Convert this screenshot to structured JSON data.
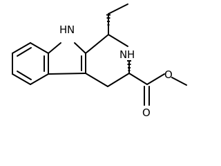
{
  "molecule": {
    "atom_labels": {
      "indole_nh": "H",
      "indole_n": "N",
      "ring_nh": "N",
      "ring_nh_h": "H",
      "ester_oxygen": "O",
      "carbonyl_oxygen": "O"
    },
    "colors": {
      "bond": "#000000",
      "label": "#000000",
      "background": "#ffffff"
    }
  }
}
